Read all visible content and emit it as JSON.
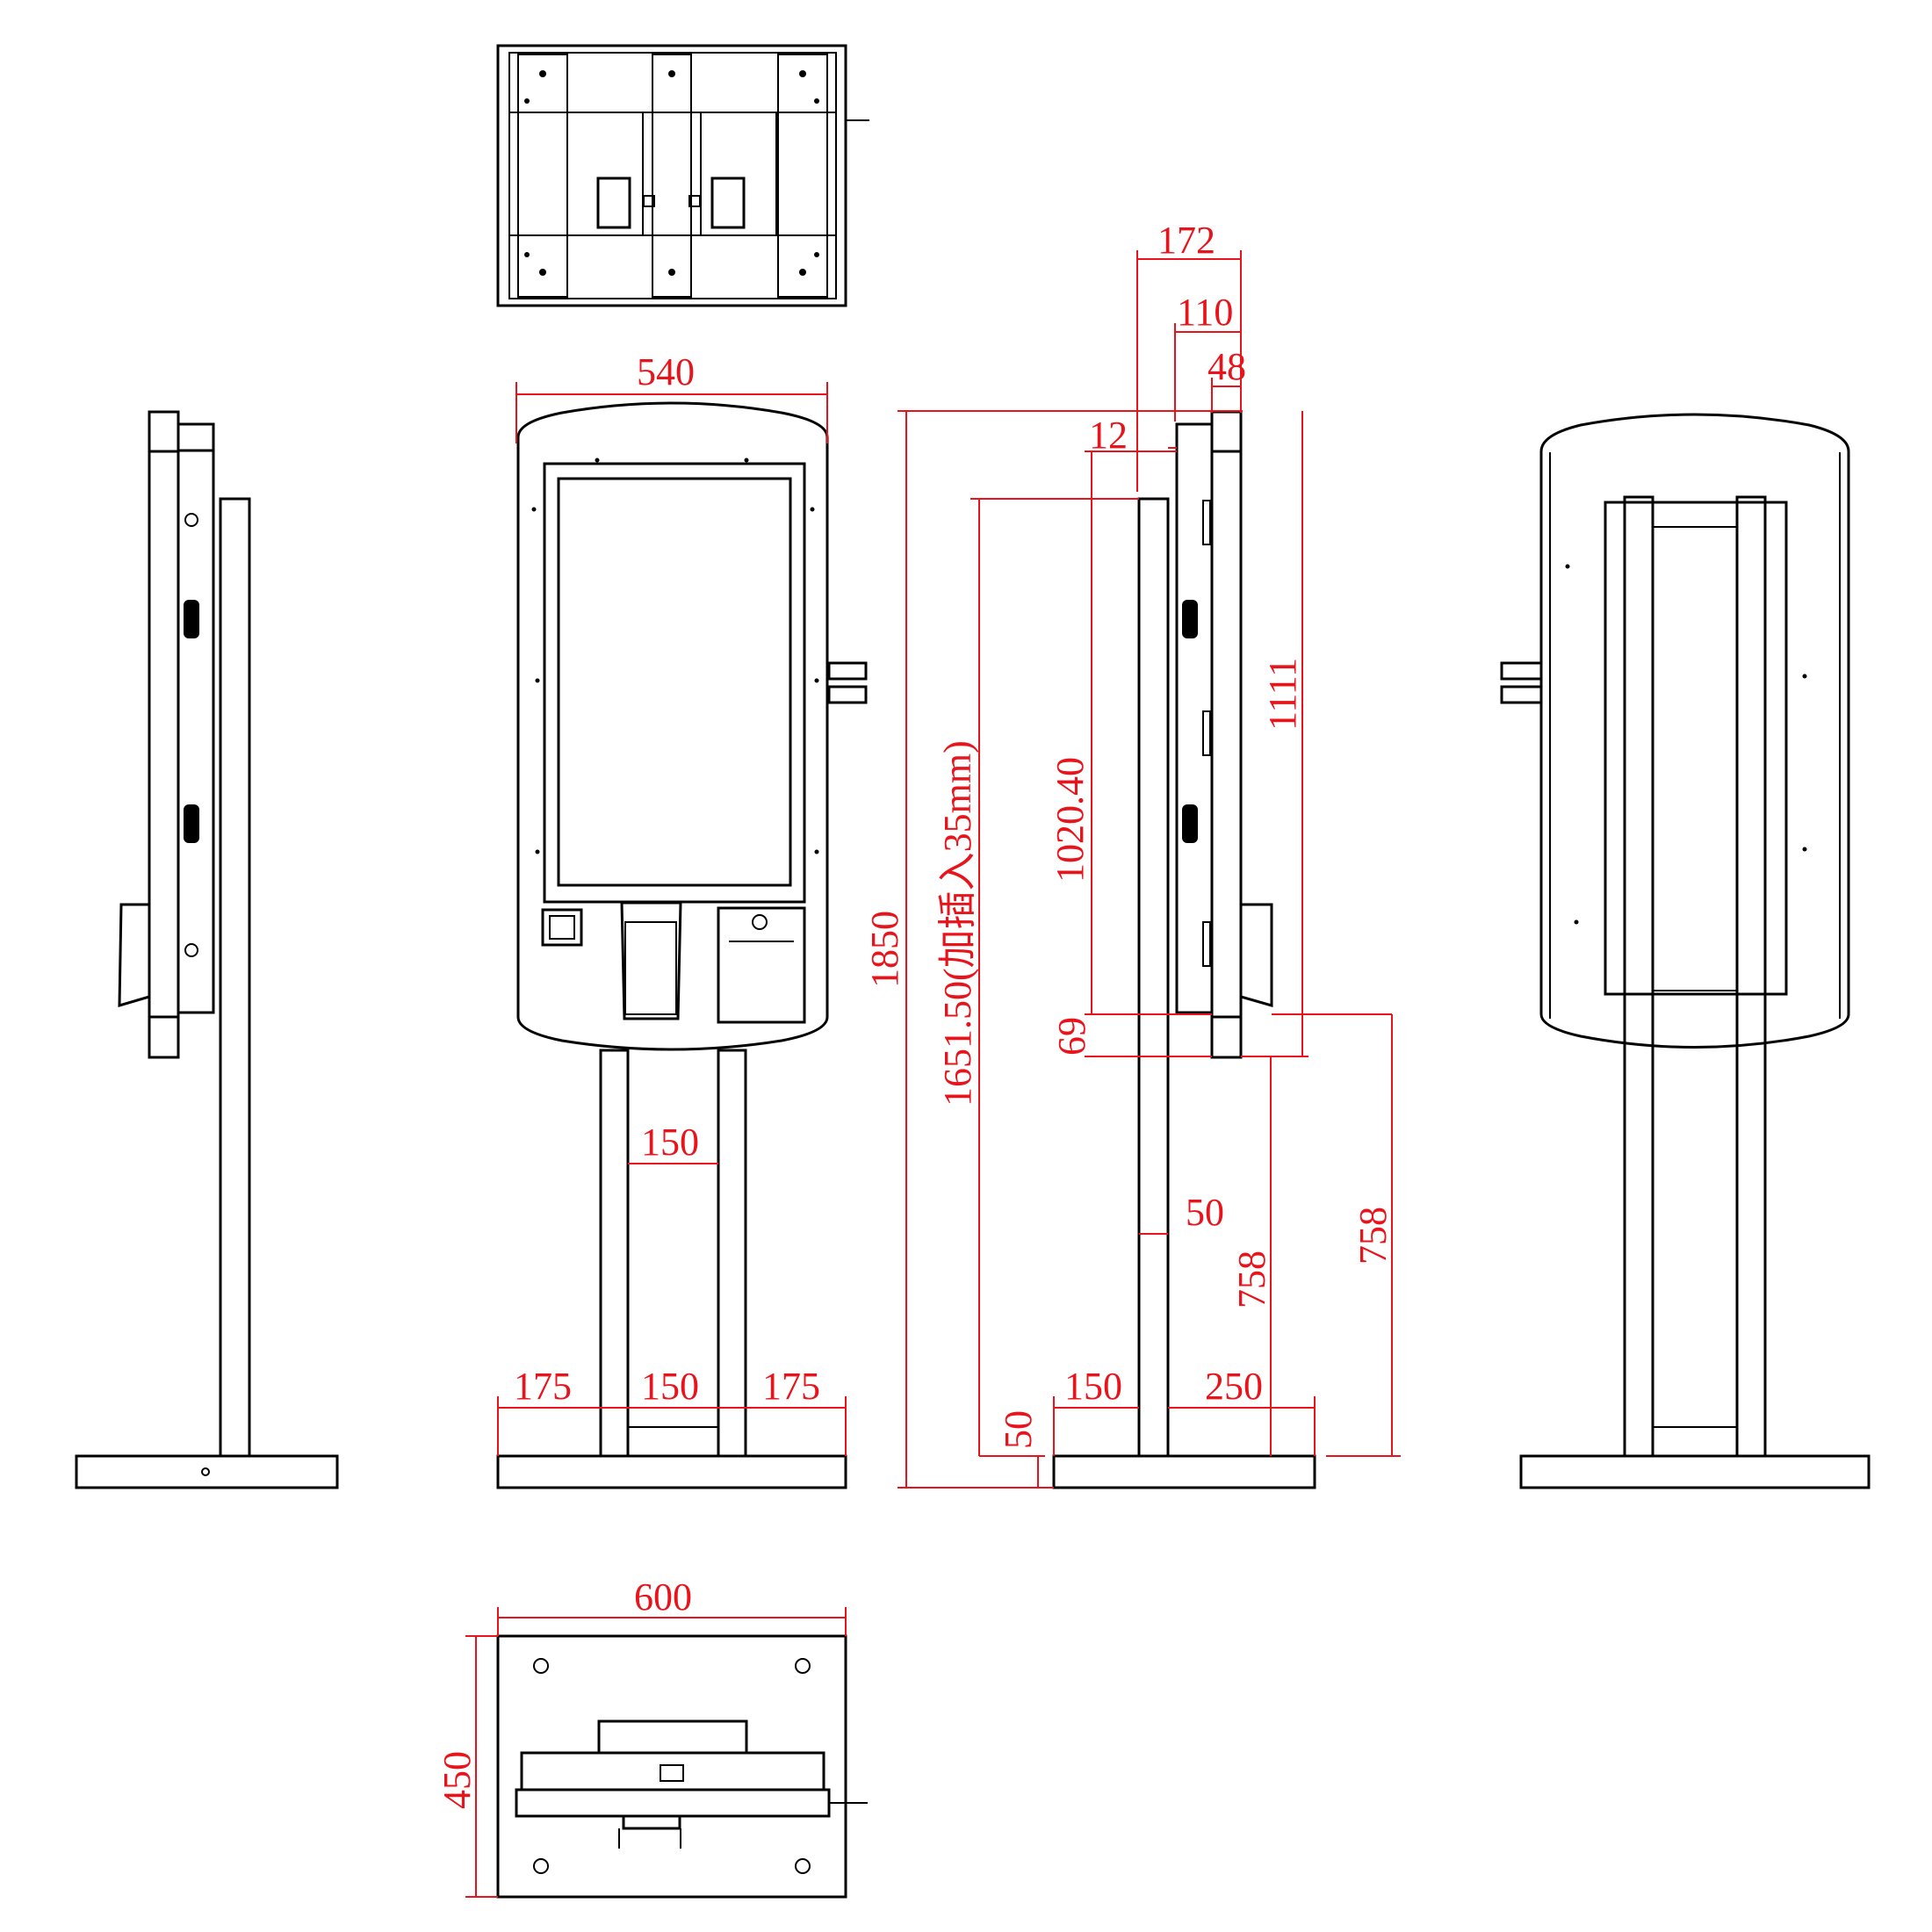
{
  "colors": {
    "outline": "#000000",
    "dimension": "#e8141c",
    "background": "#ffffff"
  },
  "dims": {
    "top_width": "540",
    "depth_total": "172",
    "depth_mid": "110",
    "depth_front": "48",
    "offset_12": "12",
    "height_total": "1850",
    "height_insert": "1651.50(加插入35mm)",
    "screen_height": "1020.40",
    "head_height": "1111",
    "gap_69": "69",
    "column_gap_front": "150",
    "base_left": "175",
    "base_mid": "150",
    "base_right": "175",
    "base_thickness": "50",
    "column_width_side": "50",
    "base_front_side": "150",
    "base_back_side": "250",
    "column_height_a": "758",
    "column_height_b": "758",
    "base_width": "600",
    "base_depth": "450"
  }
}
